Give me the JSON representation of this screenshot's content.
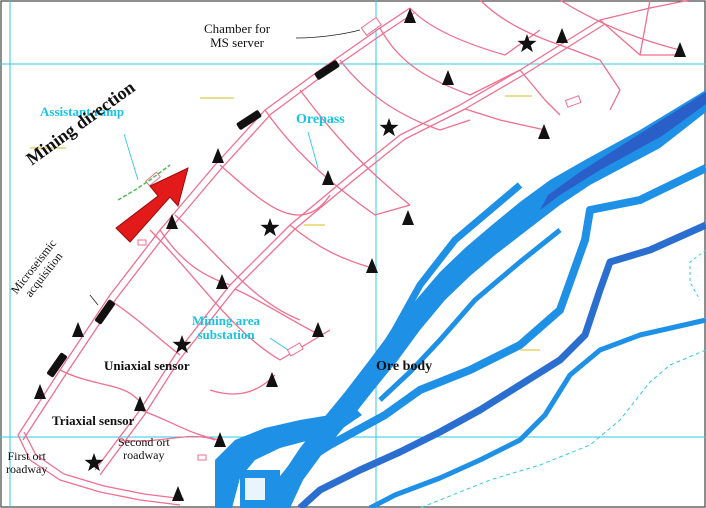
{
  "figure": {
    "labels": {
      "chamber": "Chamber for\nMS server",
      "assistant_ramp": "Assistant ramp",
      "orepass": "Orepass",
      "mining_direction": "Mining direction",
      "microseismic_acquisition": "Microseismic\nacquisition",
      "mining_area_substation": "Mining area\nsubstation",
      "uniaxial_sensor": "Uniaxial sensor",
      "ore_body": "Ore body",
      "triaxial_sensor": "Triaxial sensor",
      "first_ort_roadway": "First ort\nroadway",
      "second_ort_roadway": "Second ort\nroadway"
    },
    "colors": {
      "roadway": "#ef6f8f",
      "ore_body_fill": "#1e90e6",
      "ore_body_dark": "#2a6fd0",
      "grid": "#33c9e3",
      "arrow": "#e21a1a",
      "label_cyan": "#19c3e6",
      "sensor": "#000000"
    },
    "symbols": {
      "uniaxial_sensor_icon": "filled-triangle",
      "triaxial_sensor_icon": "star",
      "acquisition_icon": "black-rounded-bar"
    }
  }
}
